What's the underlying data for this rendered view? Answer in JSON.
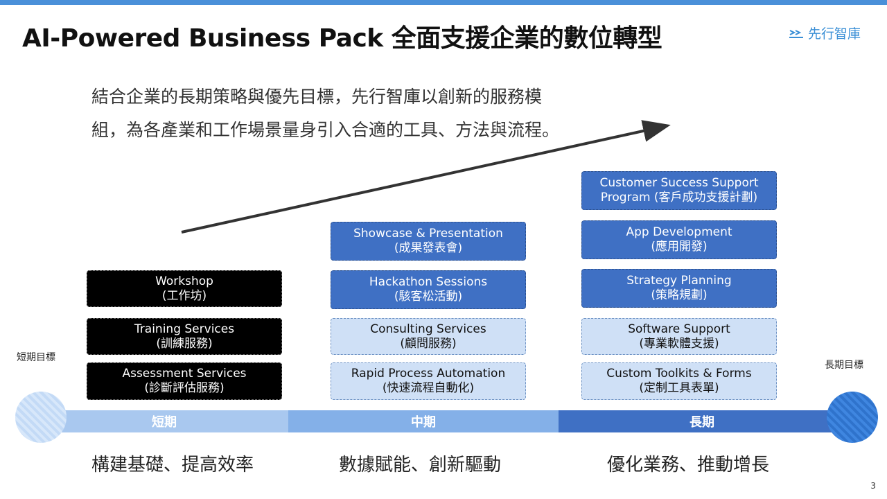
{
  "header": {
    "title": "AI-Powered Business Pack 全面支援企業的數位轉型",
    "logo_text": "先行智庫",
    "accent_color": "#4a90d9"
  },
  "intro": {
    "line1": "結合企業的長期策略與優先目標，先行智庫以創新的服務模",
    "line2": "組，為各產業和工作場景量身引入合適的工具、方法與流程。"
  },
  "goals": {
    "short": "短期目標",
    "long": "長期目標"
  },
  "columns": [
    {
      "phase": "短期",
      "theme": "構建基礎、提高效率",
      "cards": [
        {
          "en": "Workshop",
          "zh": "(工作坊)"
        },
        {
          "en": "Training Services",
          "zh": "(訓練服務)"
        },
        {
          "en": "Assessment Services",
          "zh": "(診斷評估服務)"
        }
      ]
    },
    {
      "phase": "中期",
      "theme": "數據賦能、創新驅動",
      "cards": [
        {
          "en": "Showcase & Presentation",
          "zh": "(成果發表會)"
        },
        {
          "en": "Hackathon Sessions",
          "zh": "(駭客松活動)"
        },
        {
          "en": "Consulting Services",
          "zh": "(顧問服務)"
        },
        {
          "en": "Rapid Process Automation",
          "zh": "(快速流程自動化)"
        }
      ]
    },
    {
      "phase": "長期",
      "theme": "優化業務、推動增長",
      "cards": [
        {
          "en": "Customer Success Support",
          "zh": "Program (客戶成功支援計劃)"
        },
        {
          "en": "App Development",
          "zh": "(應用開發)"
        },
        {
          "en": "Strategy Planning",
          "zh": "(策略規劃)"
        },
        {
          "en": "Software Support",
          "zh": "(專業軟體支援)"
        },
        {
          "en": "Custom Toolkits & Forms",
          "zh": "(定制工具表單)"
        }
      ]
    }
  ],
  "colors": {
    "short_bar": "#a9c8ef",
    "mid_bar": "#84b0e8",
    "long_bar": "#3f70c4",
    "dark_card": "#000000",
    "mid_card": "#3f70c4",
    "light_card": "#cfe0f6"
  },
  "page_number": "3"
}
